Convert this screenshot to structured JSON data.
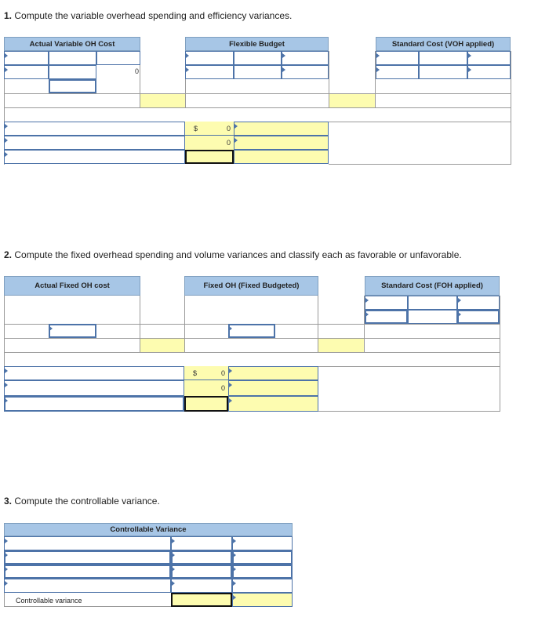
{
  "q1": {
    "num": "1.",
    "text": "Compute the variable overhead spending and efficiency variances.",
    "headers": [
      "Actual Variable OH Cost",
      "Flexible Budget",
      "Standard Cost (VOH applied)"
    ],
    "value_zero": "0",
    "dollar": "$",
    "sum1": "0",
    "sum2": "0"
  },
  "q2": {
    "num": "2.",
    "text": "Compute the fixed overhead spending and volume variances and classify each as favorable or unfavorable.",
    "headers": [
      "Actual Fixed OH cost",
      "Fixed OH (Fixed Budgeted)",
      "Standard Cost (FOH applied)"
    ],
    "dollar": "$",
    "sum1": "0",
    "sum2": "0"
  },
  "q3": {
    "num": "3.",
    "text": "Compute the controllable variance.",
    "header": "Controllable Variance",
    "row_label": "Controllable variance"
  },
  "colors": {
    "header_bg": "#a7c6e6",
    "input_border": "#4d73a8",
    "answer_yellow": "#fdfcb0"
  }
}
